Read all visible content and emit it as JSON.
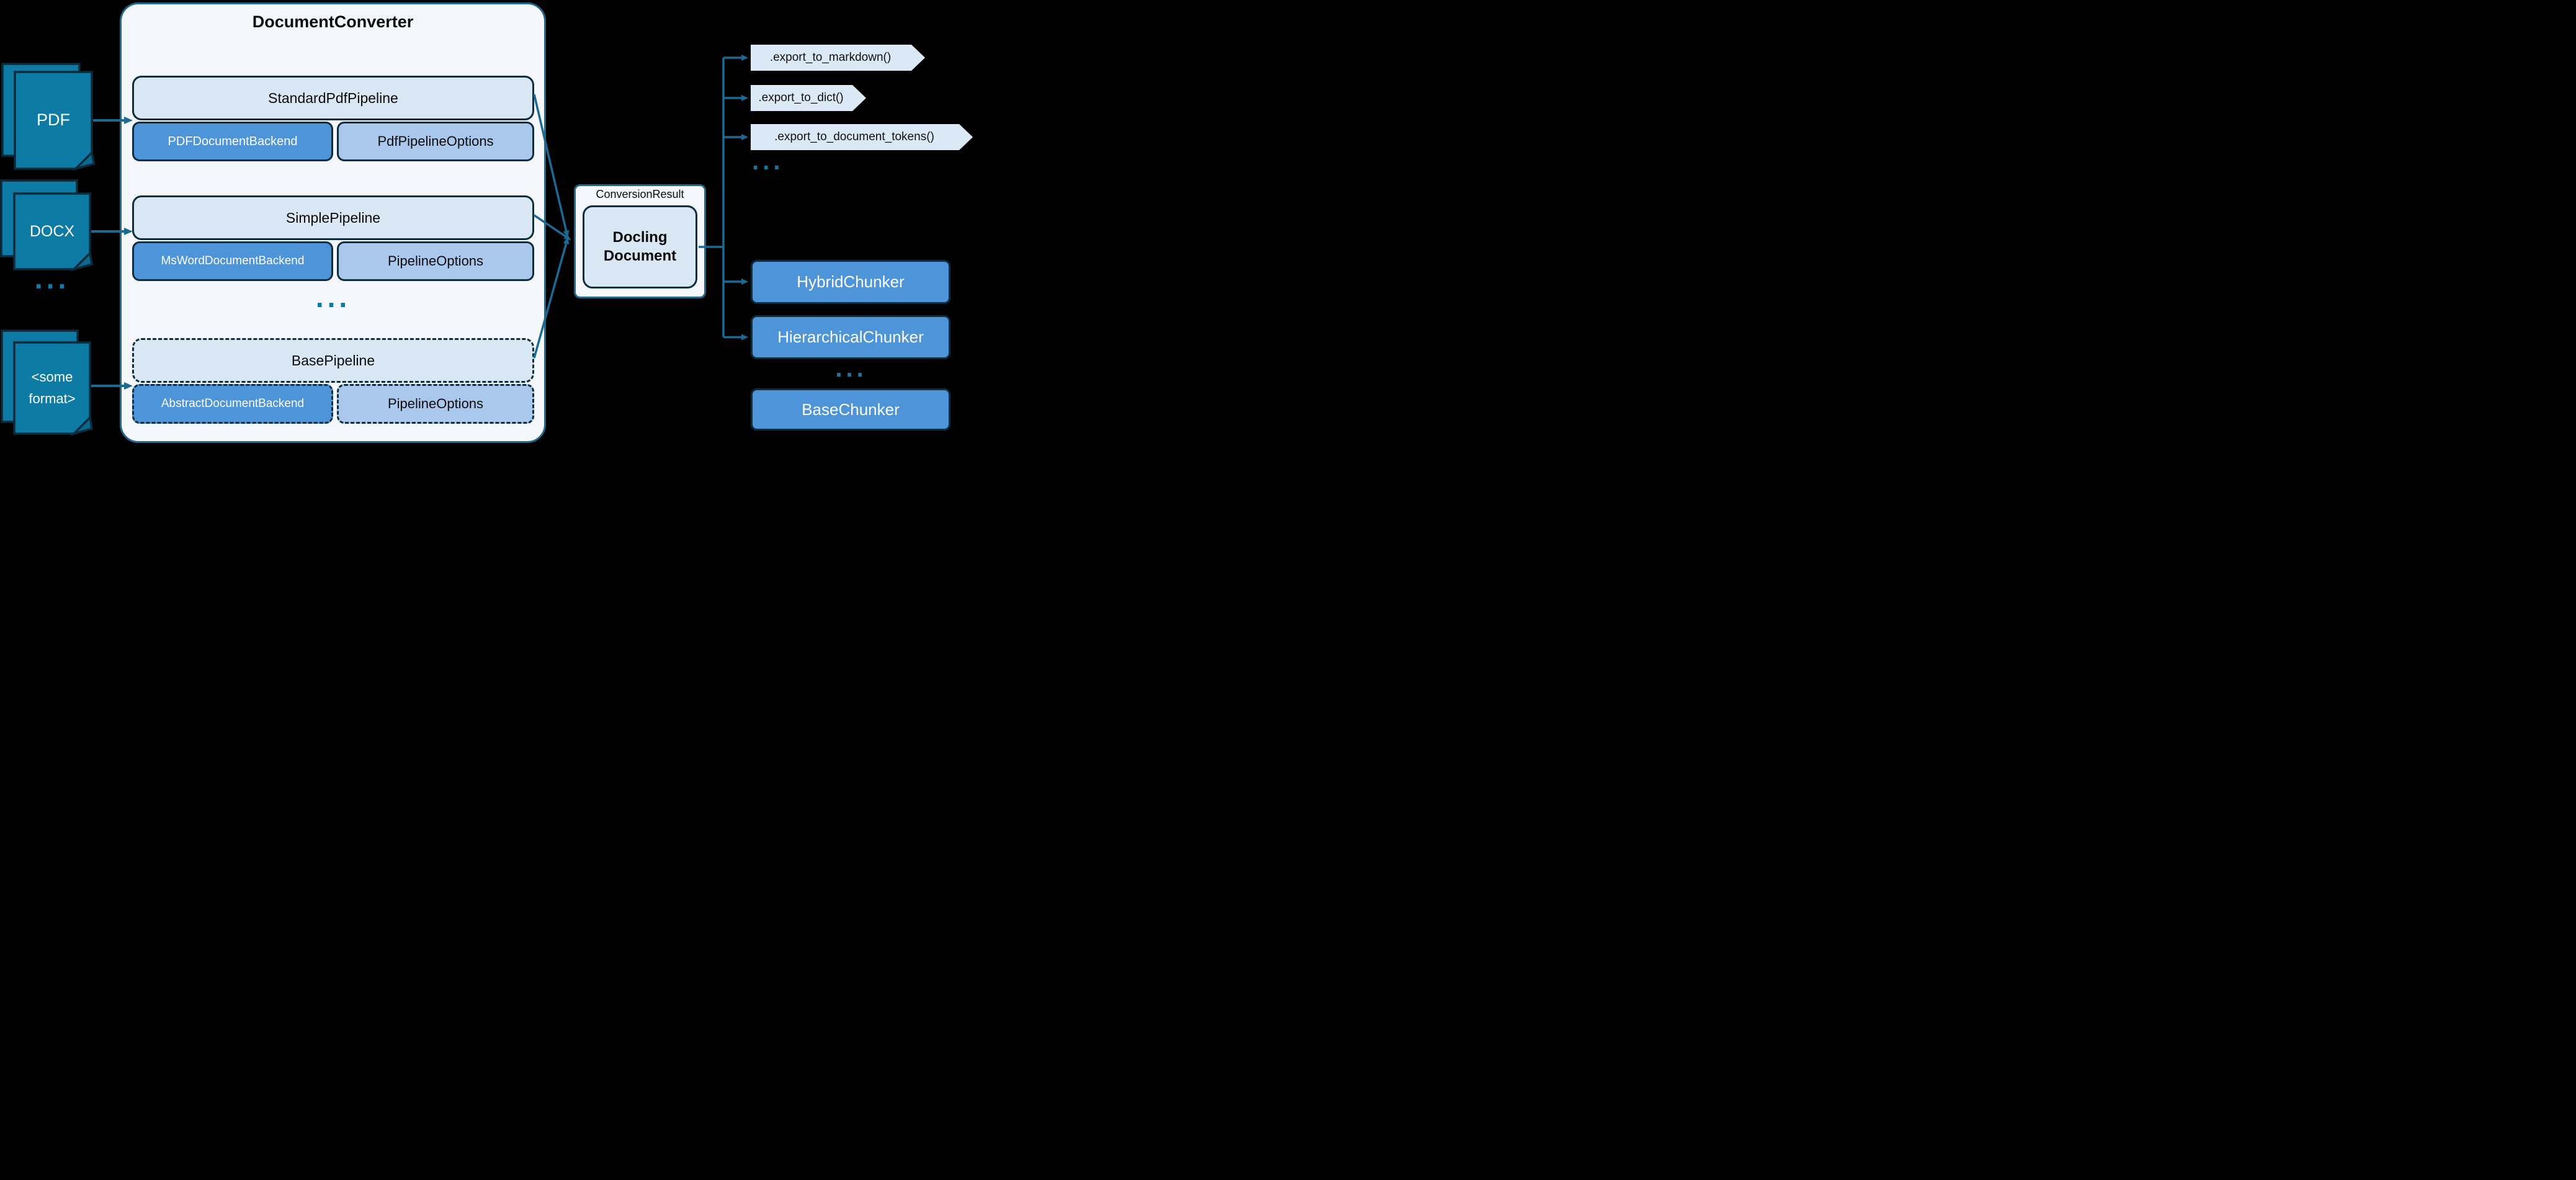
{
  "colors": {
    "background": "#000000",
    "container_fill": "#f4f7fc",
    "container_border": "#20688c",
    "pipeline_fill": "#d9e7f5",
    "backend_fill": "#4d94d8",
    "options_fill": "#a9c8ec",
    "export_fill": "#dbe9f7",
    "chunker_fill": "#4d94d8",
    "doc_icon_fill": "#0e7ba4",
    "dark_border": "#0f2d3d",
    "connector_line": "#1b6a94",
    "dots": "#1478a5"
  },
  "inputs": {
    "pdf": "PDF",
    "docx": "DOCX",
    "some_format": "<some format>",
    "more": "..."
  },
  "converter": {
    "title": "DocumentConverter",
    "more": "...",
    "groups": [
      {
        "pipeline": "StandardPdfPipeline",
        "backend": "PDFDocumentBackend",
        "options": "PdfPipelineOptions"
      },
      {
        "pipeline": "SimplePipeline",
        "backend": "MsWordDocumentBackend",
        "options": "PipelineOptions"
      },
      {
        "pipeline": "BasePipeline",
        "backend": "AbstractDocumentBackend",
        "options": "PipelineOptions"
      }
    ]
  },
  "result": {
    "title": "ConversionResult",
    "document": "Docling Document"
  },
  "exports": {
    "items": [
      ".export_to_markdown()",
      ".export_to_dict()",
      ".export_to_document_tokens()"
    ],
    "more": "..."
  },
  "chunkers": {
    "hybrid": "HybridChunker",
    "hierarchical": "HierarchicalChunker",
    "base": "BaseChunker",
    "more": "..."
  }
}
